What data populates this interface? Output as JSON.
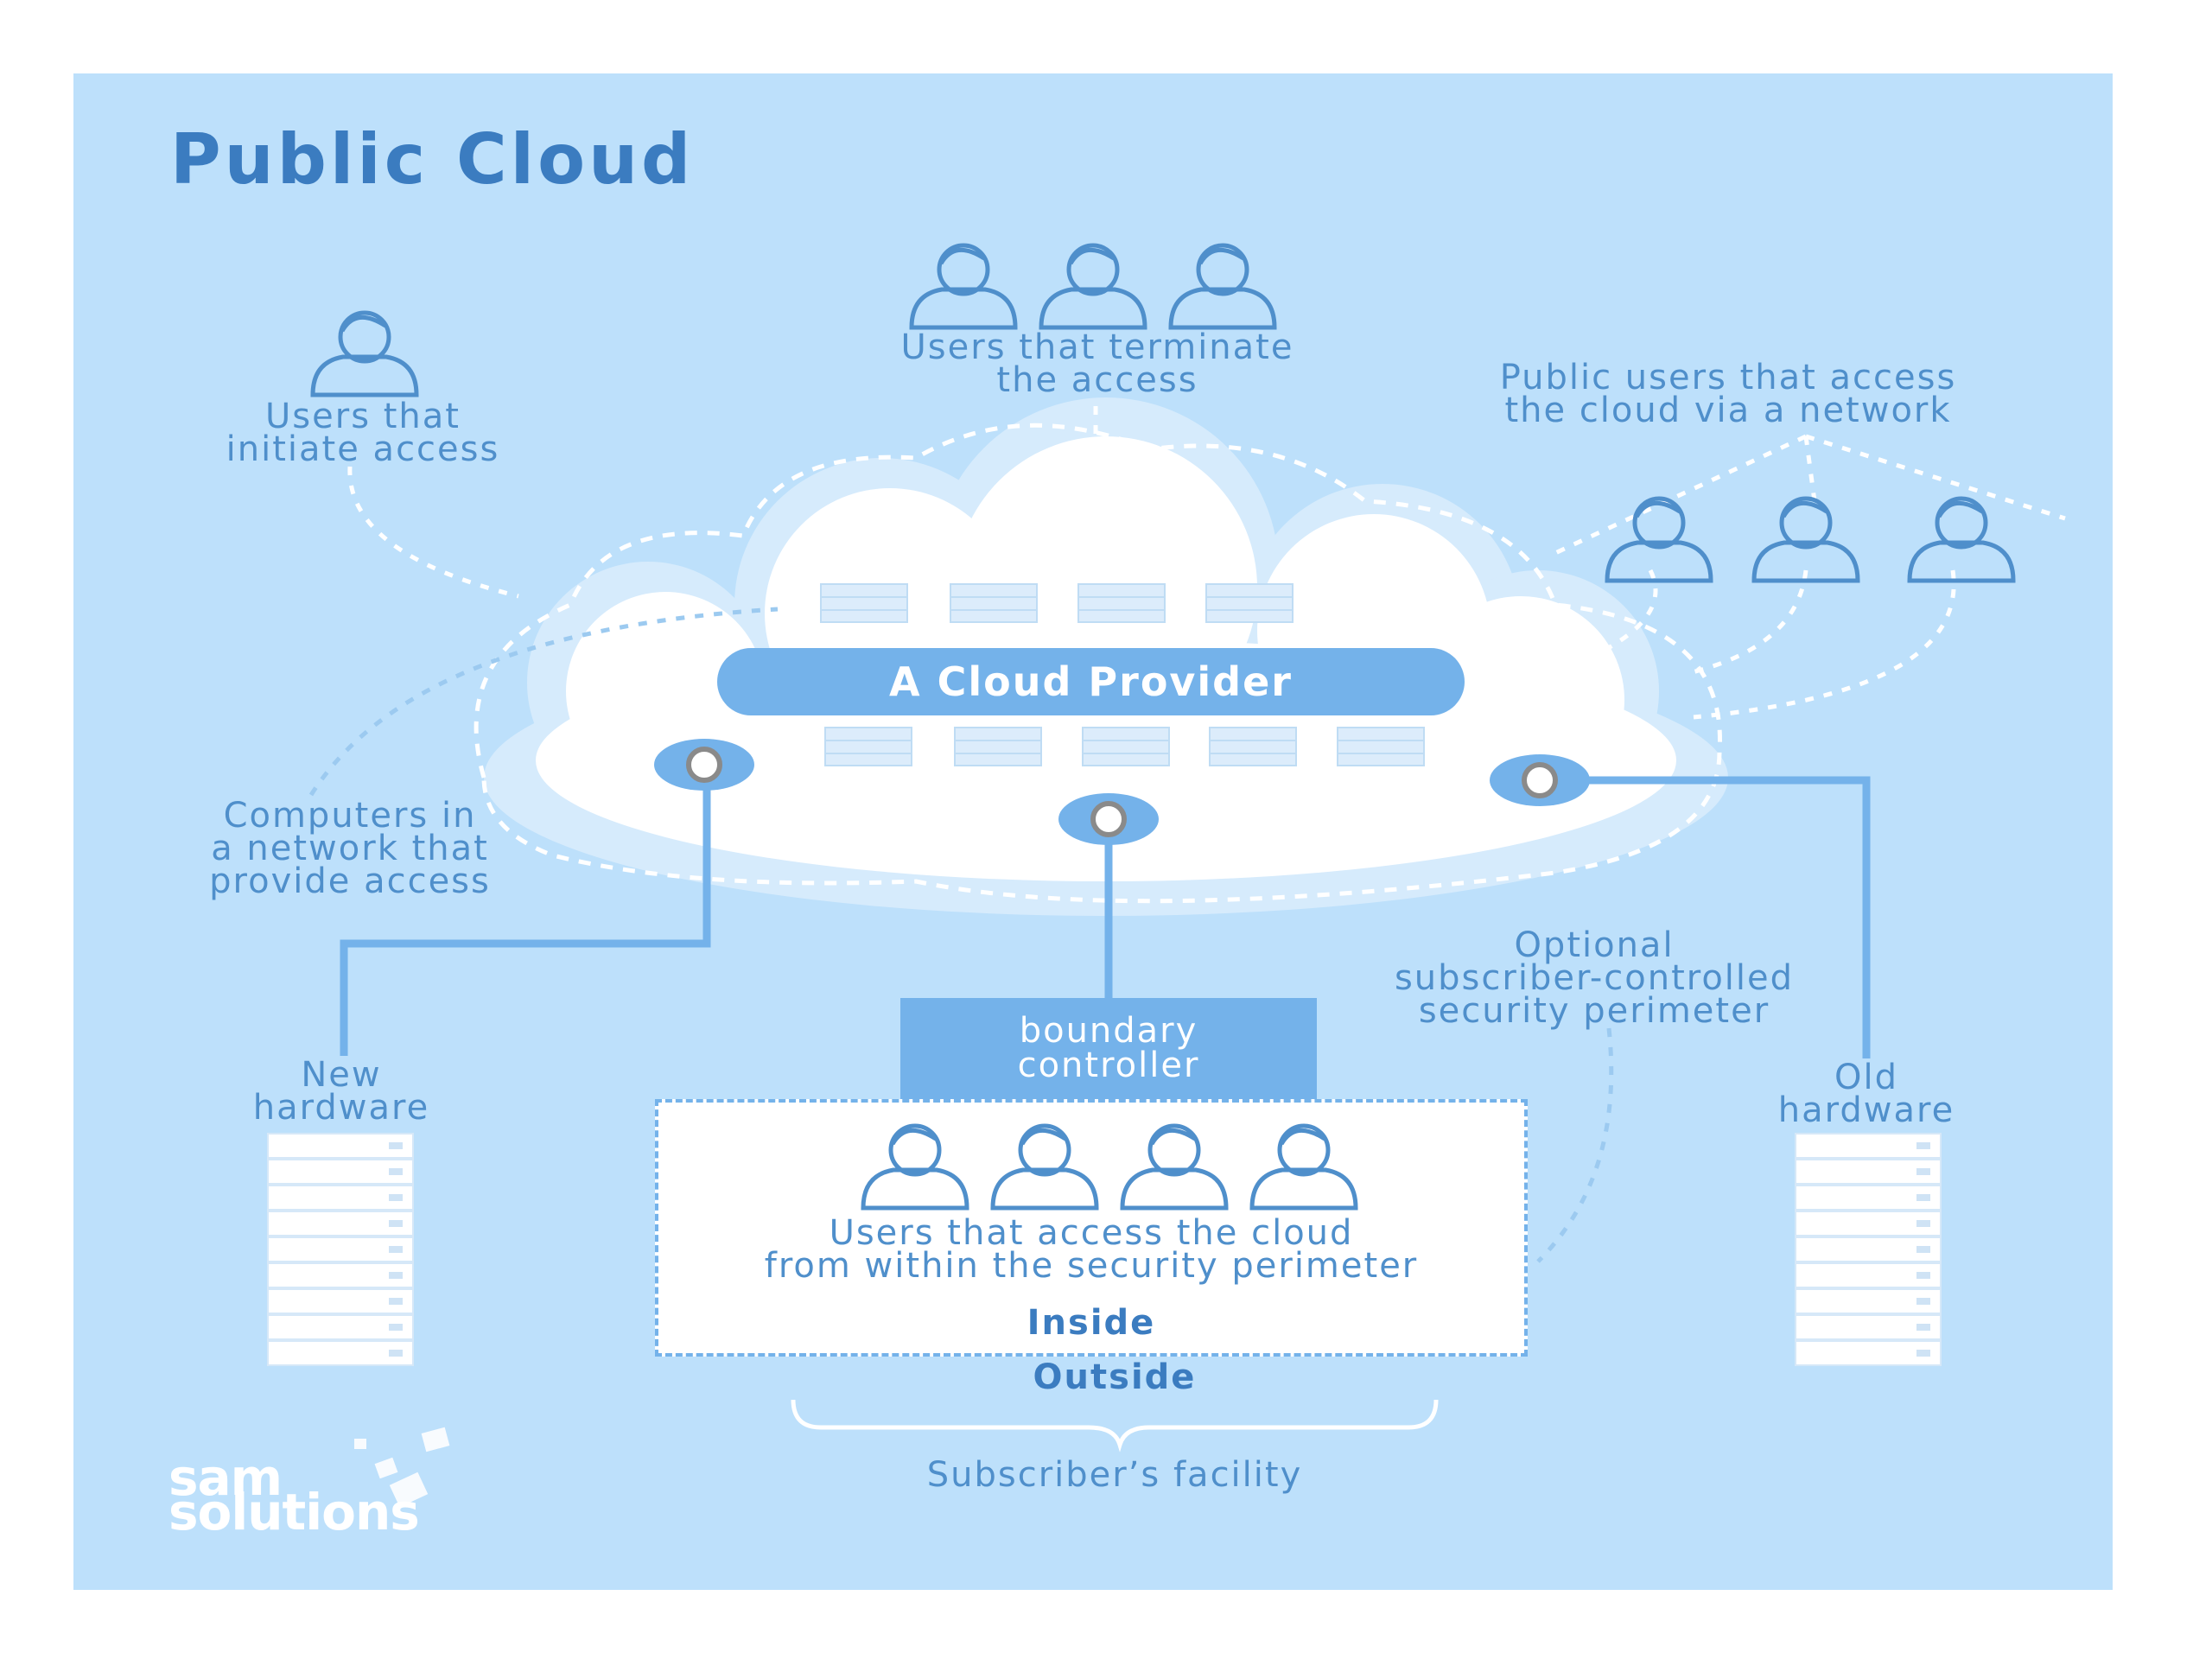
{
  "title": "Public Cloud",
  "cloud_provider": "A Cloud Provider",
  "labels": {
    "users_terminate": [
      "Users that terminate",
      "the access"
    ],
    "users_initiate": [
      "Users that",
      "initiate access"
    ],
    "public_users": [
      "Public users that access",
      "the cloud via a network"
    ],
    "computers": [
      "Computers in",
      "a network that",
      "provide access"
    ],
    "optional_perimeter": [
      "Optional",
      "subscriber-controlled",
      "security perimeter"
    ],
    "new_hardware": [
      "New",
      "hardware"
    ],
    "old_hardware": [
      "Old",
      "hardware"
    ],
    "inside_users": [
      "Users that access the cloud",
      "from within the security perimeter"
    ],
    "inside": "Inside",
    "outside": "Outside",
    "facility": "Subscriber’s facility"
  },
  "boundary_controller": [
    "boundary",
    "controller"
  ],
  "logo": [
    "sam",
    "solutions"
  ],
  "colors": {
    "background": "#bde0fb",
    "accent": "#74b2ea",
    "text": "#4f8fcb",
    "title": "#3b7cc0",
    "cloud": "#ffffff"
  },
  "icons": {
    "user": "user-icon",
    "server": "server-icon",
    "connector": "connector-node-icon"
  }
}
